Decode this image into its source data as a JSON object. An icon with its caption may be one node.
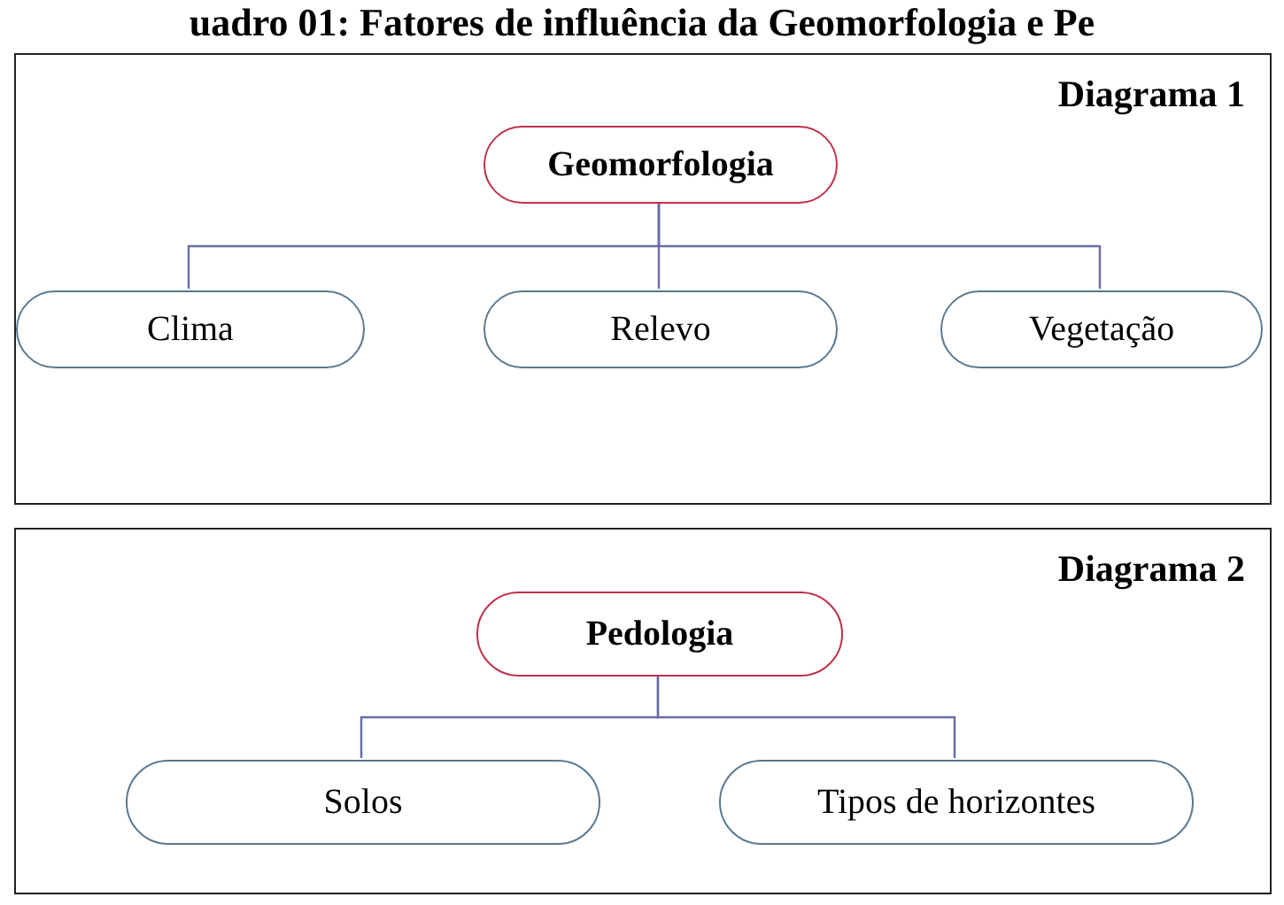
{
  "diagram": {
    "title": "uadro 01: Fatores de influência da Geomorfologia e Pe",
    "nodes": [
      {
        "text": [
          "Diagrama 1"
        ]
      },
      {
        "text": [
          "Geomorfologia"
        ],
        "in": 0
      },
      {
        "text": [
          "Clima"
        ],
        "in": 0
      },
      {
        "text": [
          "Relevo"
        ],
        "in": 0
      },
      {
        "text": [
          "Vegetação"
        ],
        "in": 0
      },
      {
        "text": [
          "Diagrama 2"
        ]
      },
      {
        "text": [
          "Pedologia"
        ],
        "in": 5
      },
      {
        "text": [
          "Solos"
        ],
        "in": 5
      },
      {
        "text": [
          "Tipos de horizontes"
        ],
        "in": 5
      }
    ],
    "edges": [
      {
        "from": 1,
        "to": 2,
        "arrow": "none"
      },
      {
        "from": 1,
        "to": 3,
        "arrow": "none"
      },
      {
        "from": 1,
        "to": 4,
        "arrow": "none"
      },
      {
        "from": 6,
        "to": 7,
        "arrow": "none"
      },
      {
        "from": 6,
        "to": 8,
        "arrow": "none"
      }
    ]
  }
}
